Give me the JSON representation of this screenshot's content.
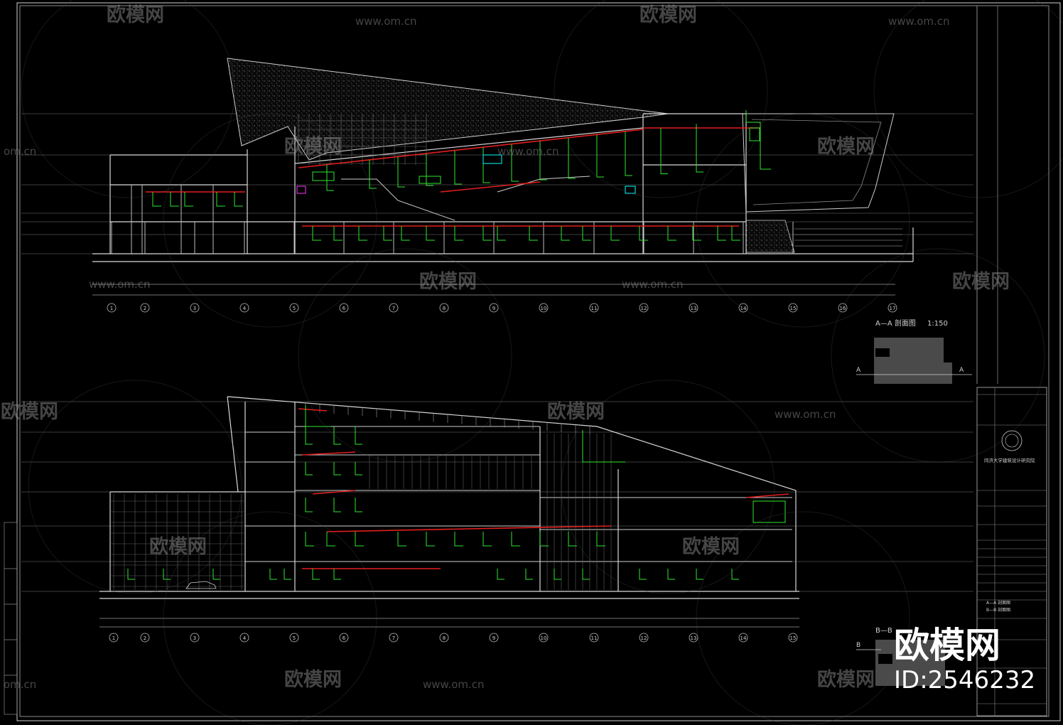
{
  "drawing": {
    "section_a_title": "A—A 剖面图",
    "section_a_scale": "1:150",
    "section_a_marker": "A",
    "section_b_title": "B—B",
    "section_b_marker": "B"
  },
  "grid_axes_labels": [
    "1",
    "2",
    "3",
    "4",
    "5",
    "6",
    "7",
    "8",
    "9",
    "10",
    "11",
    "12",
    "13",
    "14",
    "15",
    "16",
    "17"
  ],
  "title_block": {
    "institute": "同济大学建筑设计研究院",
    "sheet_title_1": "A—A 剖面图",
    "sheet_title_2": "B—B 剖面图"
  },
  "watermark": {
    "brand": "欧模网",
    "site": "www.om.cn",
    "site_partial": "om.cn",
    "id_text": "ID:2546232"
  },
  "colors": {
    "background": "#000000",
    "outline": "#d9d9d9",
    "grid": "#6e6e6e",
    "duct_green": "#2ee82e",
    "duct_red": "#e41e1e",
    "accent_cyan": "#00ffff",
    "accent_magenta": "#ff33ff",
    "watermark": "#9a9a9a",
    "logo_white": "#ffffff"
  }
}
